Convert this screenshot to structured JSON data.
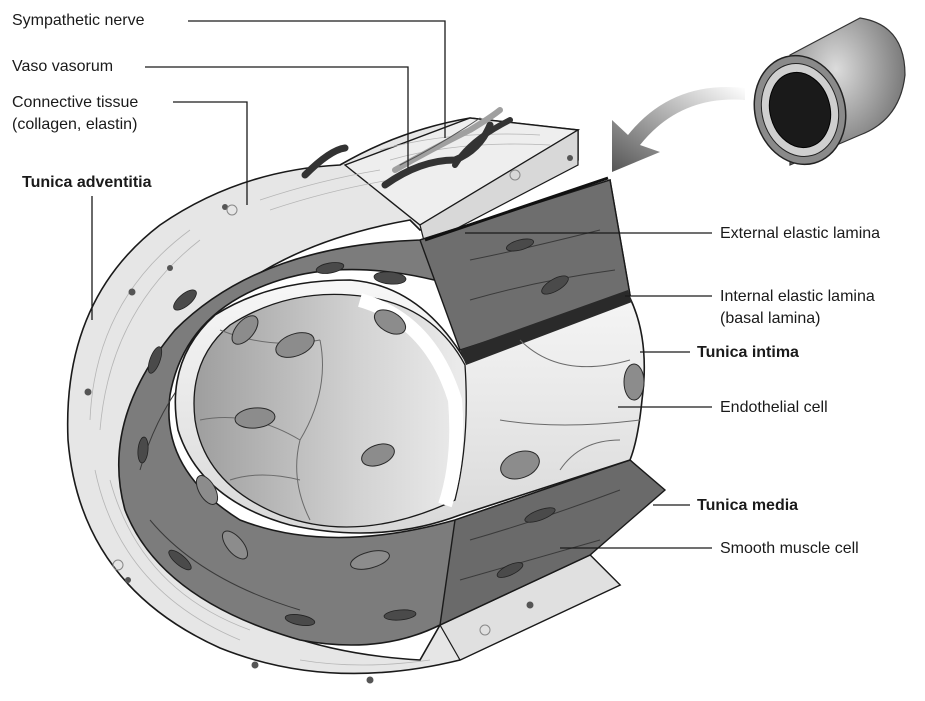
{
  "labels": {
    "sympathetic_nerve": "Sympathetic nerve",
    "vaso_vasorum": "Vaso vasorum",
    "connective_tissue_line1": "Connective tissue",
    "connective_tissue_line2": "(collagen, elastin)",
    "tunica_adventitia": "Tunica adventitia",
    "external_elastic_lamina": "External elastic lamina",
    "internal_elastic_lamina_line1": "Internal elastic lamina",
    "internal_elastic_lamina_line2": "(basal lamina)",
    "tunica_intima": "Tunica intima",
    "endothelial_cell": "Endothelial cell",
    "tunica_media": "Tunica media",
    "smooth_muscle_cell": "Smooth muscle cell"
  },
  "colors": {
    "adventitia": "#e6e6e6",
    "media": "#7c7c7c",
    "media_dark": "#555555",
    "intima": "#f4f4f4",
    "lumen": "#bdbdbd",
    "outline": "#1a1a1a",
    "arrow": "#8a8a8a"
  }
}
